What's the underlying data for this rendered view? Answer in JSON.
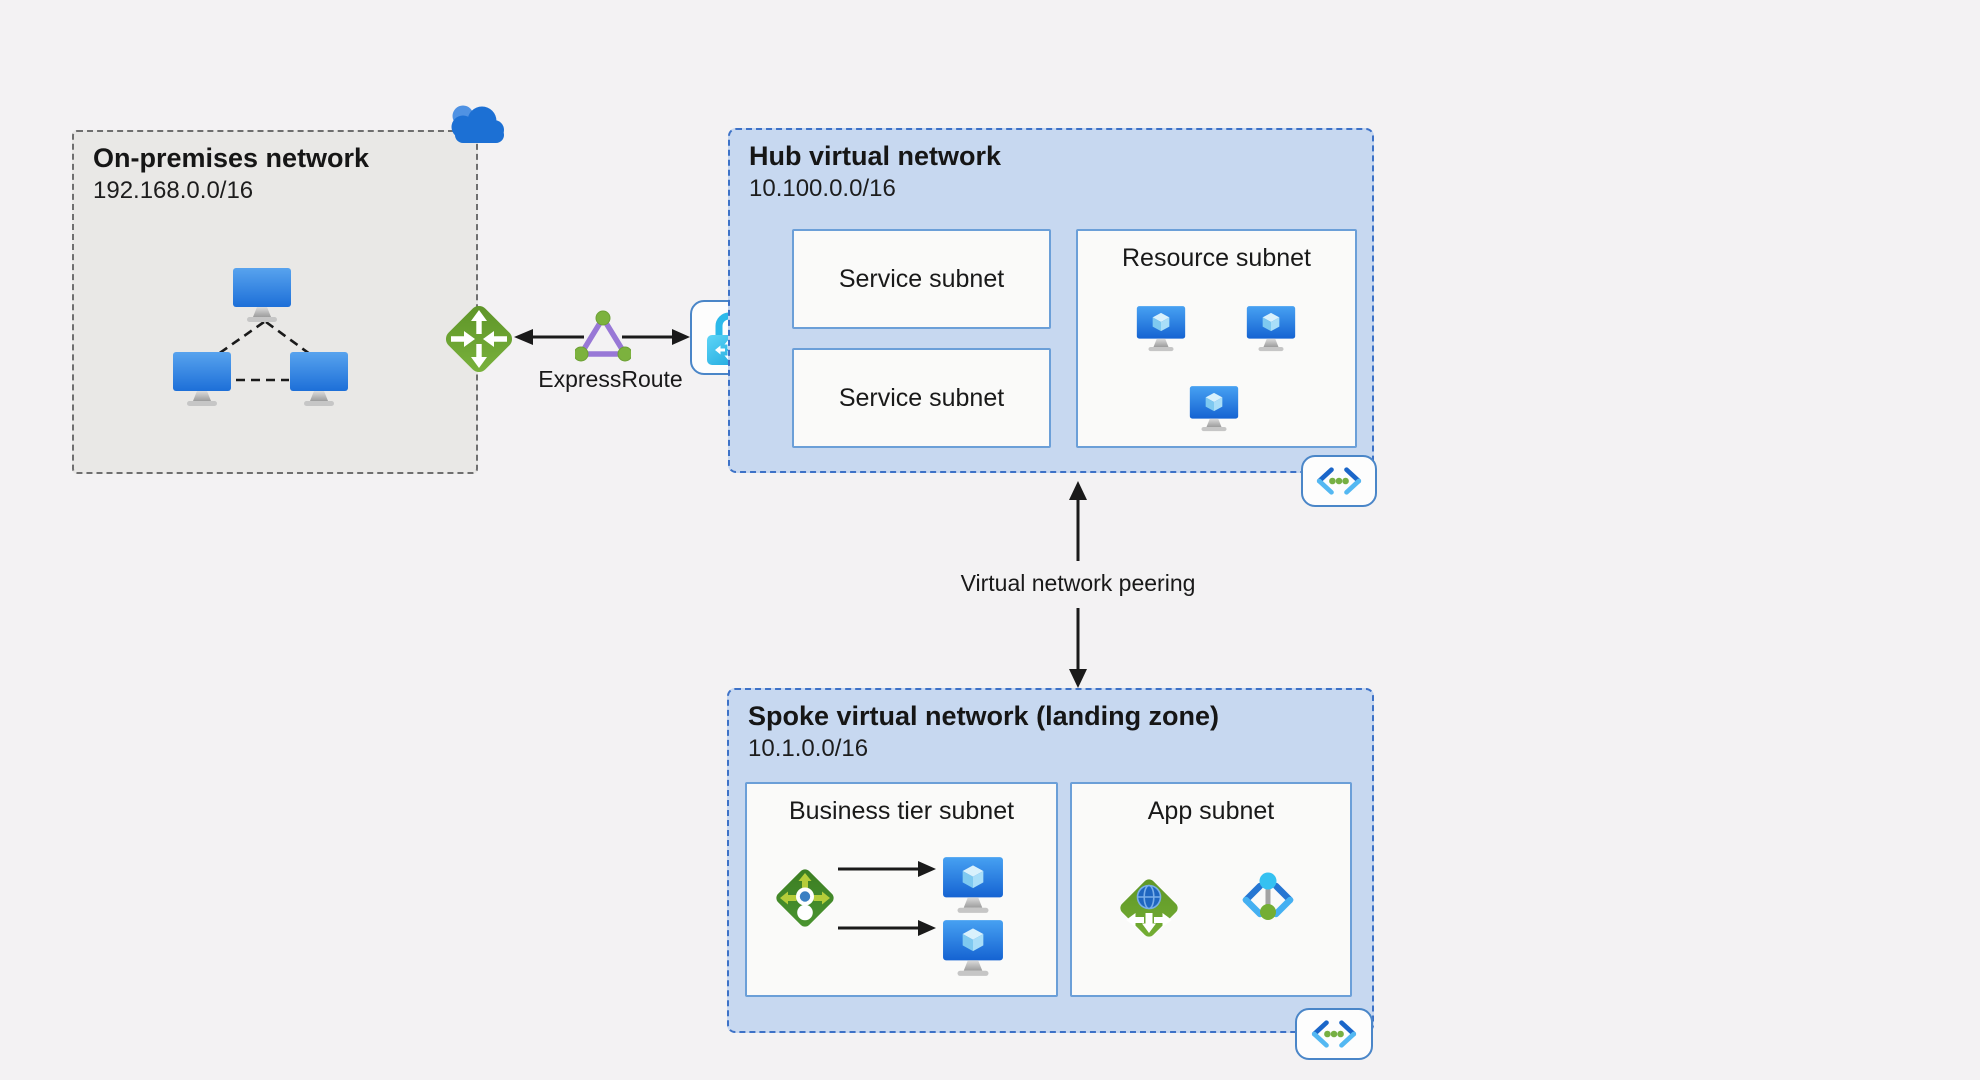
{
  "onprem": {
    "title": "On-premises network",
    "cidr": "192.168.0.0/16",
    "workstation_count": 3
  },
  "connections": {
    "expressroute_label": "ExpressRoute",
    "peering_label": "Virtual network peering"
  },
  "hub": {
    "title": "Hub virtual network",
    "cidr": "10.100.0.0/16",
    "subnets": {
      "service1": "Service subnet",
      "service2": "Service subnet",
      "resource": "Resource subnet"
    },
    "resource_vm_count": 3
  },
  "spoke": {
    "title": "Spoke virtual network (landing zone)",
    "cidr": "10.1.0.0/16",
    "subnets": {
      "business": "Business tier subnet",
      "app": "App subnet"
    },
    "business_vm_count": 2
  },
  "icons": {
    "cloud": "cloud-icon",
    "workstation": "workstation-icon",
    "router_gateway": "router-gateway-icon",
    "expressroute_circuit": "expressroute-circuit-icon",
    "vpn_gateway_lock": "vpn-gateway-lock-icon",
    "virtual_network": "virtual-network-icon",
    "virtual_machine": "virtual-machine-icon",
    "load_balancer": "load-balancer-icon",
    "application_gateway": "application-gateway-icon",
    "code_api": "code-api-icon"
  },
  "colors": {
    "background": "#f3f2f3",
    "onprem_fill": "#e9e8e6",
    "onprem_border": "#6f6f6f",
    "vnet_fill": "#c7d8f0",
    "vnet_border": "#3d72c7",
    "subnet_fill": "#fafaf9",
    "subnet_border": "#6b9fd8",
    "badge_border": "#4a86c8",
    "text_primary": "#161616",
    "arrow": "#1a1a1a",
    "green_accent": "#76b041",
    "purple_accent": "#9878d6",
    "cyan_accent": "#2cb9ea",
    "blue_accent": "#2676d2"
  }
}
